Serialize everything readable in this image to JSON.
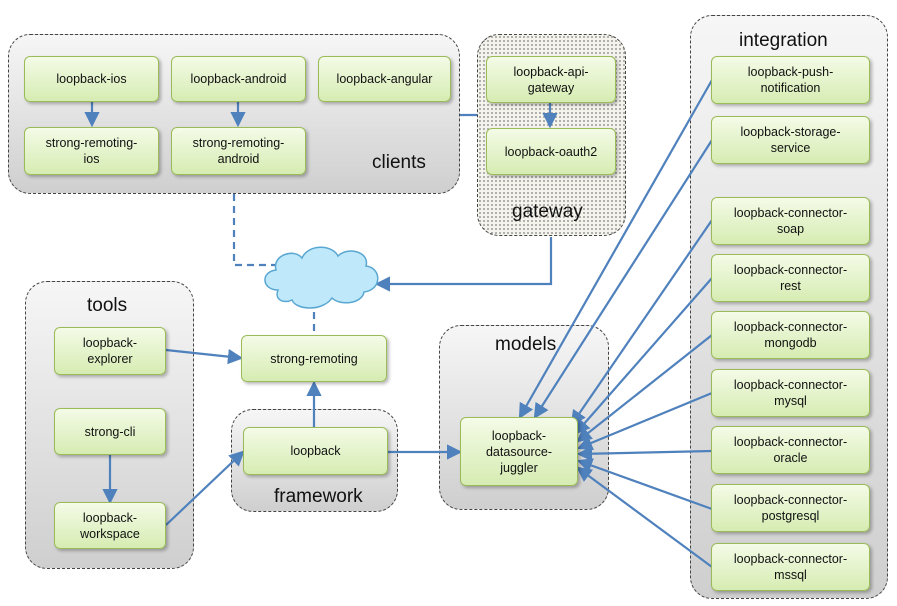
{
  "groups": {
    "clients": "clients",
    "gateway": "gateway",
    "integration": "integration",
    "tools": "tools",
    "models": "models",
    "framework": "framework"
  },
  "nodes": {
    "loopback_ios": "loopback-ios",
    "loopback_android": "loopback-android",
    "loopback_angular": "loopback-angular",
    "strong_remoting_ios": "strong-remoting-\nios",
    "strong_remoting_android": "strong-remoting-\nandroid",
    "loopback_api_gateway": "loopback-api-\ngateway",
    "loopback_oauth2": "loopback-oauth2",
    "loopback_push_notification": "loopback-push-\nnotification",
    "loopback_storage_service": "loopback-storage-\nservice",
    "connector_soap": "loopback-connector-\nsoap",
    "connector_rest": "loopback-connector-\nrest",
    "connector_mongodb": "loopback-connector-\nmongodb",
    "connector_mysql": "loopback-connector-\nmysql",
    "connector_oracle": "loopback-connector-\noracle",
    "connector_postgresql": "loopback-connector-\npostgresql",
    "connector_mssql": "loopback-connector-\nmssql",
    "loopback_explorer": "loopback-\nexplorer",
    "strong_cli": "strong-cli",
    "loopback_workspace": "loopback-\nworkspace",
    "strong_remoting": "strong-remoting",
    "loopback": "loopback",
    "loopback_datasource_juggler": "loopback-\ndatasource-\njuggler"
  },
  "colors": {
    "node_border": "#9bbb59",
    "node_fill_top": "#f4fbe7",
    "node_fill_bottom": "#d6ecb2",
    "arrow": "#4f81bd",
    "cloud_fill": "#bfe9fb",
    "cloud_stroke": "#5aa7d2"
  }
}
